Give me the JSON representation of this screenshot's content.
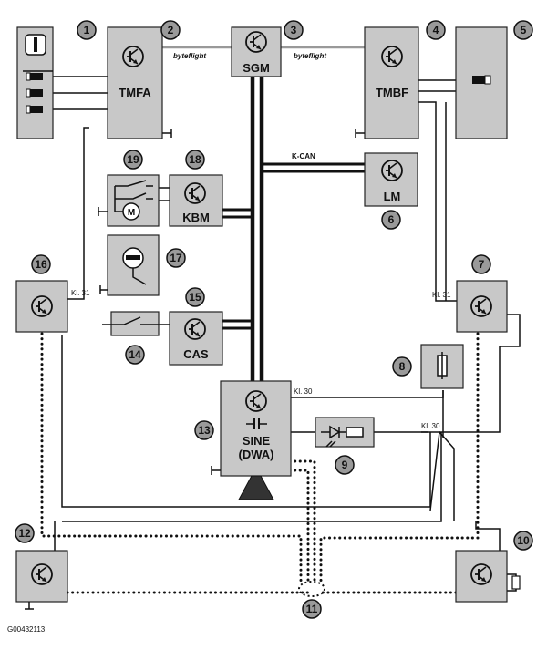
{
  "labels": {
    "tmfa": "TMFA",
    "sgm": "SGM",
    "tmbf": "TMBF",
    "lm": "LM",
    "kbm": "KBM",
    "cas": "CAS",
    "sine_line1": "SINE",
    "sine_line2": "(DWA)"
  },
  "bus_labels": {
    "byteflight_left": "byteflight",
    "byteflight_right": "byteflight",
    "kcan": "K-CAN",
    "kl31_left": "Kl. 31",
    "kl31_right": "Kl. 31",
    "kl30_top": "Kl. 30",
    "kl30_mid": "Kl. 30"
  },
  "badges": [
    "1",
    "2",
    "3",
    "4",
    "5",
    "6",
    "7",
    "8",
    "9",
    "10",
    "11",
    "12",
    "13",
    "14",
    "15",
    "16",
    "17",
    "18",
    "19"
  ],
  "footer": {
    "figure_id": "G00432113"
  },
  "colors": {
    "box_fill": "#c8c8c8",
    "badge_fill": "#9a9a9a",
    "line": "#111111",
    "byteflight_line": "#999999"
  },
  "icons": [
    "transistor-icon",
    "switch-icon",
    "fuse-icon",
    "led-icon",
    "motor-icon",
    "siren-icon",
    "ground-icon"
  ]
}
